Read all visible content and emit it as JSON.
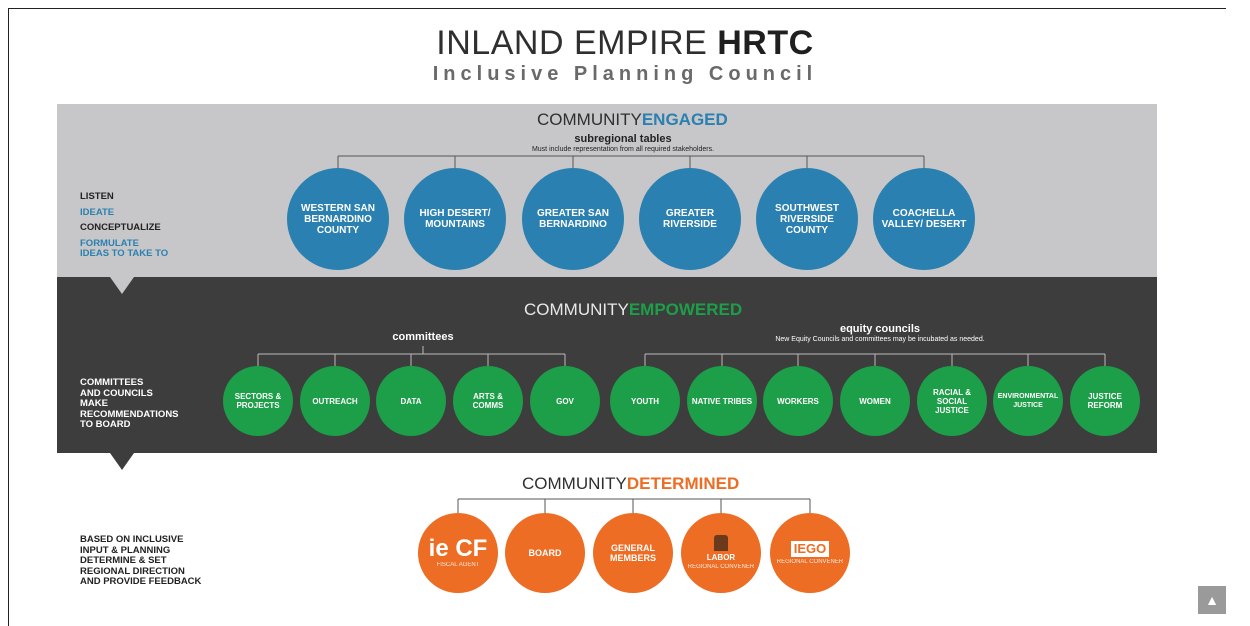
{
  "title": {
    "part1": "INLAND EMPIRE ",
    "part2": "HRTC",
    "subtitle": "Inclusive Planning Council"
  },
  "colors": {
    "blue": "#2a80b0",
    "green": "#1d9e48",
    "orange": "#ec6d23",
    "grey_band": "#c7c7c9",
    "dark_band": "#3d3d3d"
  },
  "engaged": {
    "head_a": "COMMUNITY",
    "head_b": "ENGAGED",
    "sub": "subregional tables",
    "note": "Must include representation from all required stakeholders.",
    "side": [
      "LISTEN",
      "IDEATE",
      "CONCEPTUALIZE",
      "FORMULATE",
      "IDEAS TO TAKE TO"
    ],
    "circles": [
      "WESTERN SAN BERNARDINO COUNTY",
      "HIGH DESERT/ MOUNTAINS",
      "GREATER SAN BERNARDINO",
      "GREATER RIVERSIDE",
      "SOUTHWEST RIVERSIDE COUNTY",
      "COACHELLA VALLEY/ DESERT"
    ]
  },
  "empowered": {
    "head_a": "COMMUNITY",
    "head_b": "EMPOWERED",
    "committees_label": "committees",
    "equity_label": "equity councils",
    "equity_note": "New Equity Councils and committees may be incubated as needed.",
    "side": [
      "COMMITTEES",
      "AND COUNCILS",
      "MAKE",
      "RECOMMENDATIONS",
      "TO BOARD"
    ],
    "committees": [
      "SECTORS & PROJECTS",
      "OUTREACH",
      "DATA",
      "ARTS & COMMS",
      "GOV"
    ],
    "councils": [
      "YOUTH",
      "NATIVE TRIBES",
      "WORKERS",
      "WOMEN",
      "RACIAL & SOCIAL JUSTICE",
      "ENVIRONMENTAL JUSTICE",
      "JUSTICE REFORM"
    ]
  },
  "determined": {
    "head_a": "COMMUNITY",
    "head_b": "DETERMINED",
    "side": [
      "BASED ON INCLUSIVE",
      "INPUT & PLANNING",
      "DETERMINE & SET",
      "REGIONAL DIRECTION",
      "AND PROVIDE FEEDBACK"
    ],
    "iecf_logo": "ie CF",
    "iecf_role": "FISCAL AGENT",
    "board": "BOARD",
    "general": "GENERAL MEMBERS",
    "labor_logo": "LABOR",
    "labor_role": "REGIONAL CONVENER",
    "iego_logo": "IEGO",
    "iego_role": "REGIONAL CONVENER"
  },
  "scroll_icon": "chevron-up-icon"
}
